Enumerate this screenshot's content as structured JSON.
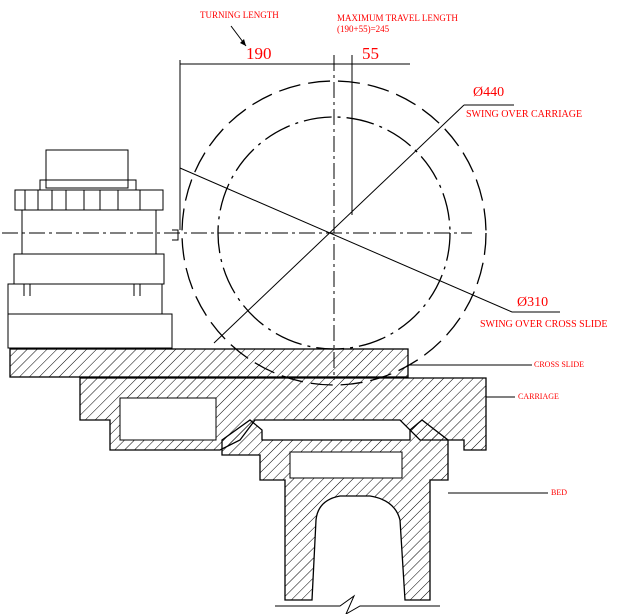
{
  "labels": {
    "turning_length": "TURNING LENGTH",
    "max_travel_title": "MAXIMUM TRAVEL LENGTH",
    "max_travel_formula": "(190+55)=245",
    "dim_190": "190",
    "dim_55": "55",
    "dia_440": "Ø440",
    "swing_over_carriage": "SWING OVER CARRIAGE",
    "dia_310": "Ø310",
    "swing_over_cross_slide": "SWING OVER CROSS SLIDE",
    "cross_slide": "CROSS SLIDE",
    "carriage": "CARRIAGE",
    "bed": "BED"
  },
  "colors": {
    "annotation": "#ff0000",
    "line": "#000000"
  }
}
